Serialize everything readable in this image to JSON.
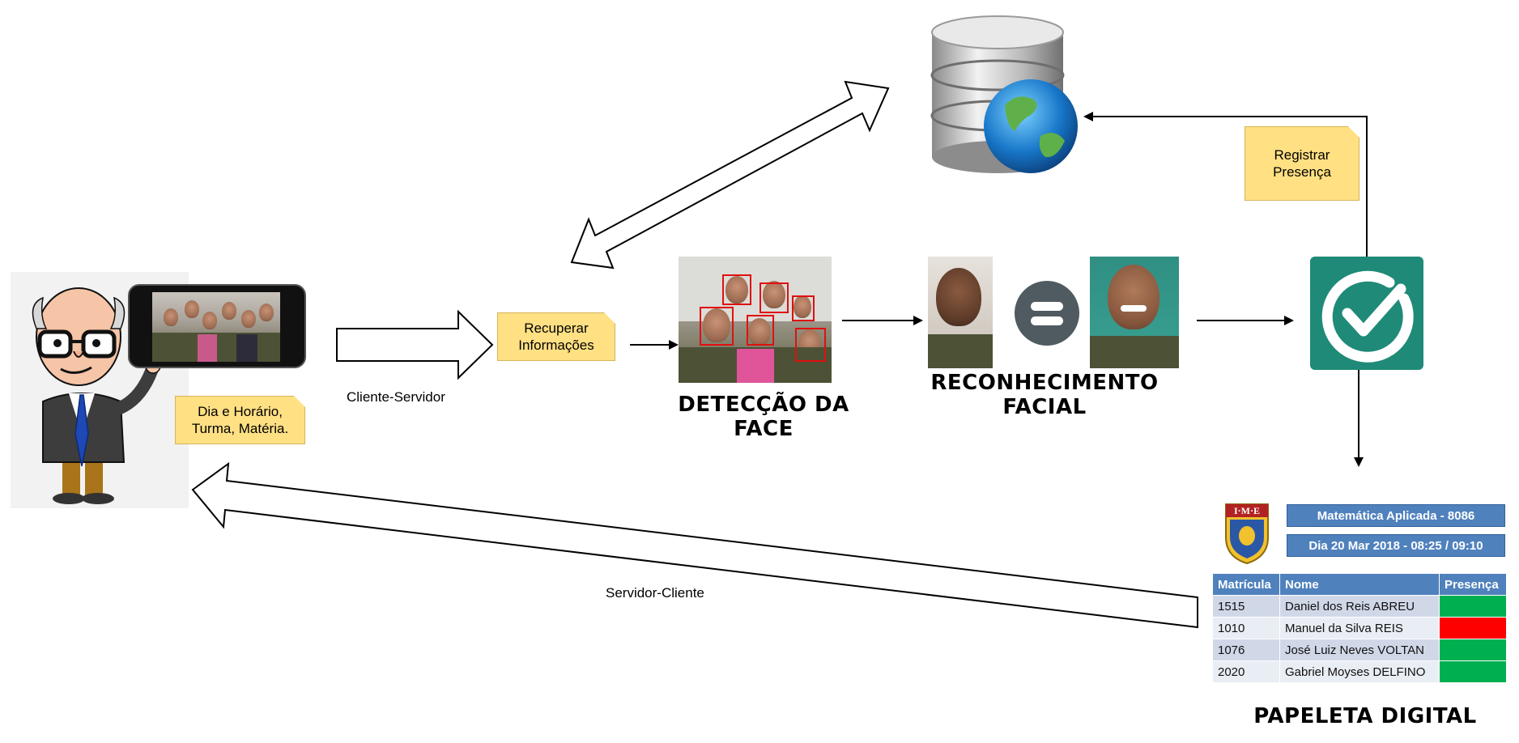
{
  "labels": {
    "professor_note": "Dia e Horário,\nTurma, Matéria.",
    "client_server": "Cliente-Servidor",
    "server_client": "Servidor-Cliente",
    "recover_note": "Recuperar\nInformações",
    "register_note": "Registrar\nPresença",
    "face_detection": "DETECÇÃO DA FACE",
    "face_recognition": "RECONHECIMENTO\nFACIAL",
    "digital_sheet": "PAPELETA DIGITAL"
  },
  "attendance": {
    "logo_text": "I·M·E",
    "subject": "Matemática Aplicada - 8086",
    "date": "Dia 20 Mar 2018 -  08:25 / 09:10",
    "columns": [
      "Matrícula",
      "Nome",
      "Presença"
    ],
    "rows": [
      {
        "id": "1515",
        "name": "Daniel dos Reis ABREU",
        "present": true
      },
      {
        "id": "1010",
        "name": "Manuel da Silva REIS",
        "present": false
      },
      {
        "id": "1076",
        "name": "José Luiz Neves VOLTAN",
        "present": true
      },
      {
        "id": "2020",
        "name": "Gabriel Moyses DELFINO",
        "present": true
      }
    ]
  },
  "colors": {
    "note_fill": "#ffe083",
    "check_tile": "#1f8a78",
    "present": "#00b050",
    "absent": "#ff0000",
    "header_blue": "#4f81bd",
    "equals_circle": "#4f5b60"
  },
  "icons": {
    "professor": "professor-cartoon-icon",
    "database": "database-globe-icon",
    "check": "check-circle-icon",
    "equals": "equals-icon",
    "logo": "ime-shield-logo"
  }
}
